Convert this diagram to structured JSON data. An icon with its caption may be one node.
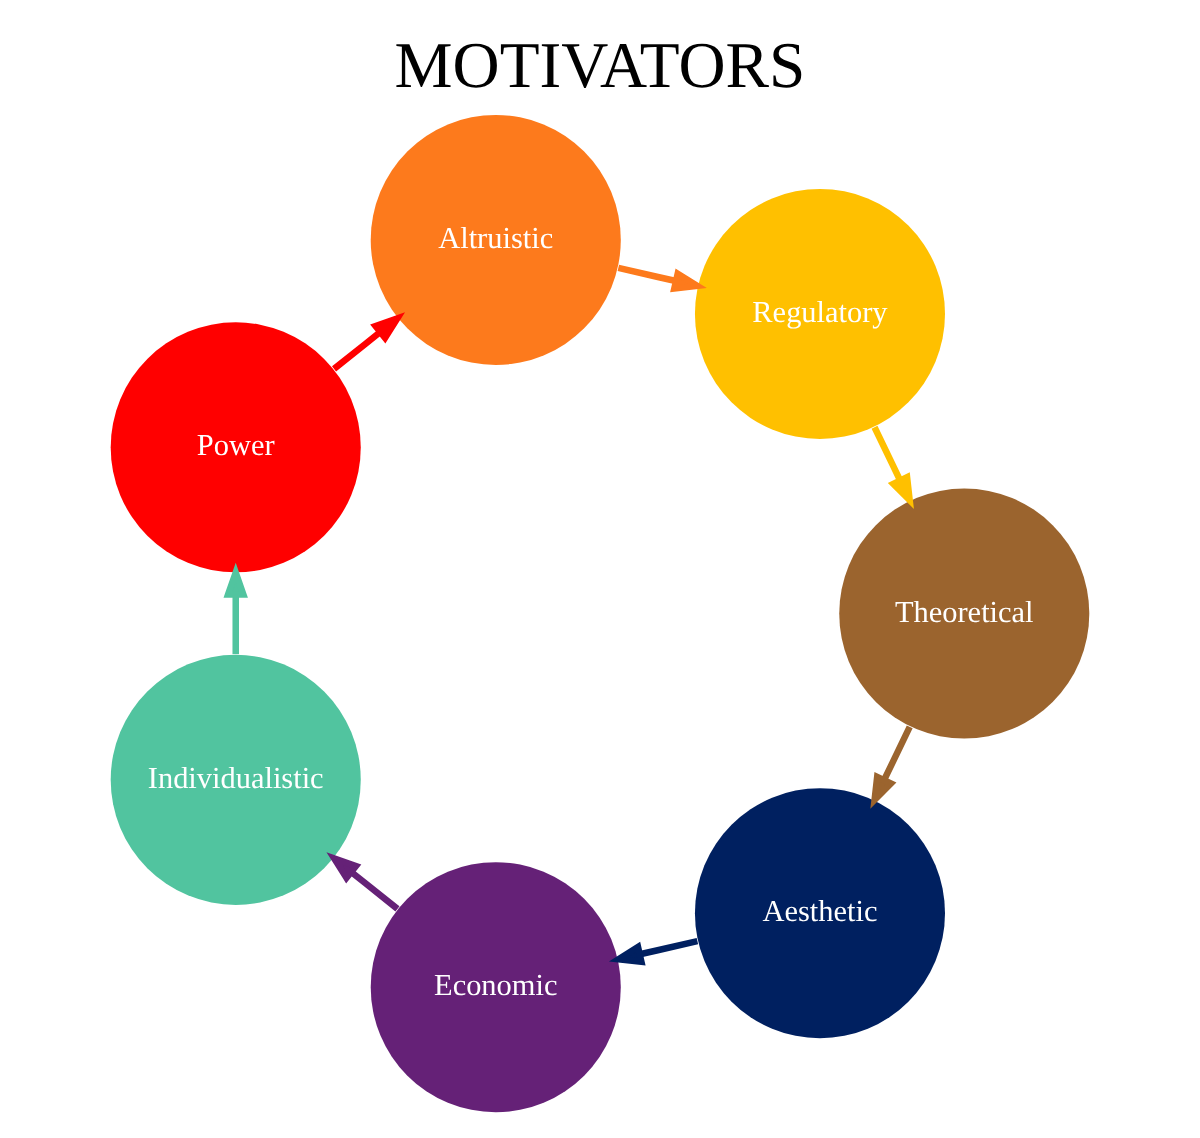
{
  "diagram": {
    "title": "MOTIVATORS",
    "nodes": [
      {
        "text": [
          "Aesthetic"
        ]
      },
      {
        "text": [
          "Economic"
        ]
      },
      {
        "text": [
          "Individualistic"
        ]
      },
      {
        "text": [
          "Power"
        ]
      },
      {
        "text": [
          "Altruistic"
        ]
      },
      {
        "text": [
          "Regulatory"
        ]
      },
      {
        "text": [
          "Theoretical"
        ]
      }
    ],
    "edges": [
      {
        "from": 0,
        "to": 1,
        "arrow": "to",
        "color": "#002060"
      },
      {
        "from": 1,
        "to": 2,
        "arrow": "to",
        "color": "#652177"
      },
      {
        "from": 2,
        "to": 3,
        "arrow": "to",
        "color": "#51c49f"
      },
      {
        "from": 3,
        "to": 4,
        "arrow": "to",
        "color": "#ff0000"
      },
      {
        "from": 4,
        "to": 5,
        "arrow": "to",
        "color": "#fd7a1c"
      },
      {
        "from": 5,
        "to": 6,
        "arrow": "to",
        "color": "#ffc000"
      },
      {
        "from": 6,
        "to": 0,
        "arrow": "to",
        "color": "#9b642e"
      }
    ]
  }
}
